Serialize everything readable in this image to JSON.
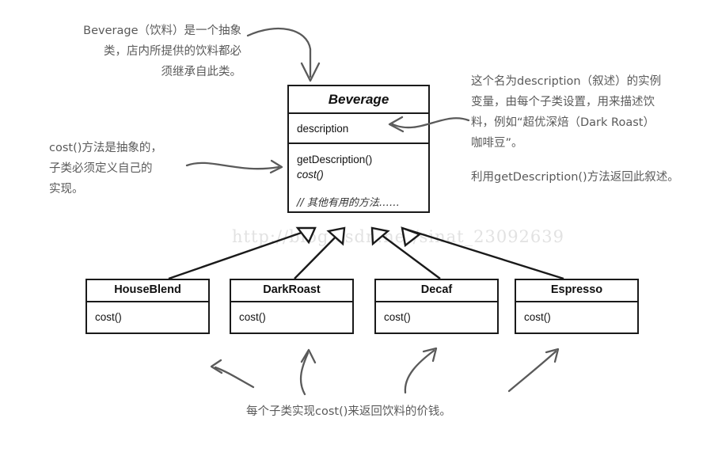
{
  "diagram": {
    "title": "Beverage abstract class UML diagram",
    "watermark": "http://blog.csdn.net/sinat_23092639",
    "colors": {
      "line": "#1a1a1a",
      "note_text": "#5a5a5a",
      "note_arrow": "#5a5a5a",
      "watermark": "#e2e2e2",
      "background": "#ffffff"
    }
  },
  "superclass": {
    "name": "Beverage",
    "is_abstract": true,
    "fields": [
      "description"
    ],
    "methods": [
      "getDescription()",
      "cost()"
    ],
    "method_italic_flags": [
      false,
      true
    ],
    "comment": "// 其他有用的方法……"
  },
  "subclasses": [
    {
      "name": "HouseBlend",
      "methods": [
        "cost()"
      ]
    },
    {
      "name": "DarkRoast",
      "methods": [
        "cost()"
      ]
    },
    {
      "name": "Decaf",
      "methods": [
        "cost()"
      ]
    },
    {
      "name": "Espresso",
      "methods": [
        "cost()"
      ]
    }
  ],
  "annotations": {
    "top_left": "Beverage（饮料）是一个抽象\n类，店内所提供的饮料都必\n须继承自此类。",
    "mid_left": "cost()方法是抽象的，\n子类必须定义自己的\n实现。",
    "right_upper": "这个名为description（叙述）的实例\n变量，由每个子类设置，用来描述饮\n料，例如“超优深焙（Dark Roast）\n咖啡豆”。",
    "right_lower": "利用getDescription()方法返回此叙述。",
    "bottom": "每个子类实现cost()来返回饮料的价钱。"
  }
}
